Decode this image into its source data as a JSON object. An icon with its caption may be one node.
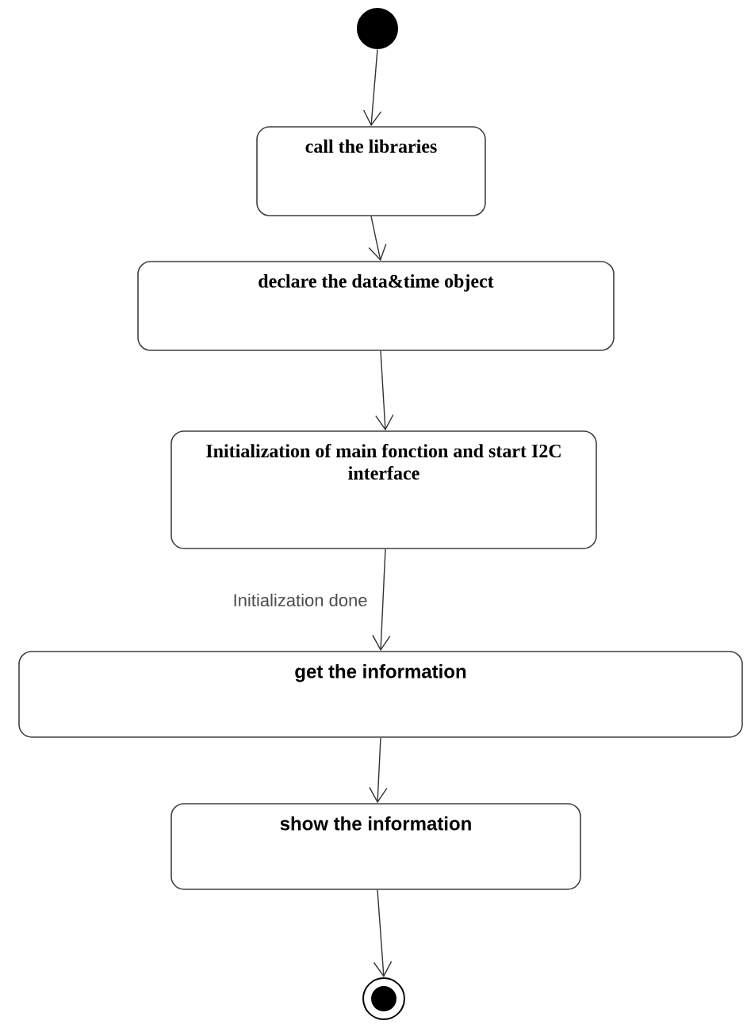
{
  "diagram": {
    "nodes": [
      {
        "text": [],
        "shape": "circle"
      },
      {
        "text": [
          "call the libraries"
        ]
      },
      {
        "text": [
          "declare the data&time object"
        ]
      },
      {
        "text": [
          "Initialization of main fonction and start I2C interface"
        ]
      },
      {
        "text": [
          "get the information"
        ]
      },
      {
        "text": [
          "show the information"
        ]
      },
      {
        "text": [],
        "shape": "circle"
      }
    ],
    "edges": [
      {
        "from": 0,
        "to": 1,
        "arrow": "to"
      },
      {
        "from": 1,
        "to": 2,
        "arrow": "to"
      },
      {
        "from": 2,
        "to": 3,
        "arrow": "to"
      },
      {
        "from": 3,
        "to": 4,
        "arrow": "to",
        "label": "Initialization done"
      },
      {
        "from": 4,
        "to": 5,
        "arrow": "to"
      },
      {
        "from": 5,
        "to": 6,
        "arrow": "to"
      }
    ]
  }
}
